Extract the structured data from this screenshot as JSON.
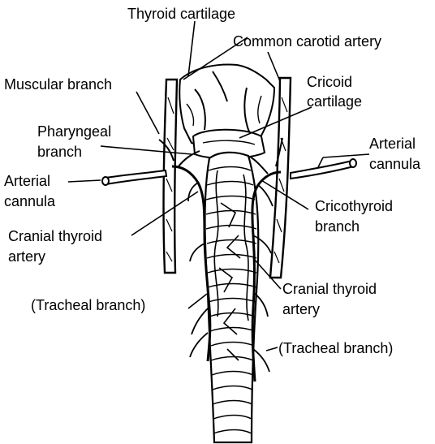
{
  "labels": {
    "thyroid_cartilage": "Thyroid cartilage",
    "common_carotid_artery": "Common carotid artery",
    "muscular_branch": "Muscular branch",
    "cricoid_1": "Cricoid",
    "cricoid_2": "cartilage",
    "pharyngeal_1": "Pharyngeal",
    "pharyngeal_2": "branch",
    "arterial_left_1": "Arterial",
    "arterial_left_2": "cannula",
    "arterial_right_1": "Arterial",
    "arterial_right_2": "cannula",
    "cricothyroid_1": "Cricothyroid",
    "cricothyroid_2": "branch",
    "cranial_thyroid_left_1": "Cranial thyroid",
    "cranial_thyroid_left_2": "artery",
    "tracheal_left": "(Tracheal branch)",
    "cranial_thyroid_right_1": "Cranial thyroid",
    "cranial_thyroid_right_2": "artery",
    "tracheal_right": "(Tracheal branch)"
  }
}
